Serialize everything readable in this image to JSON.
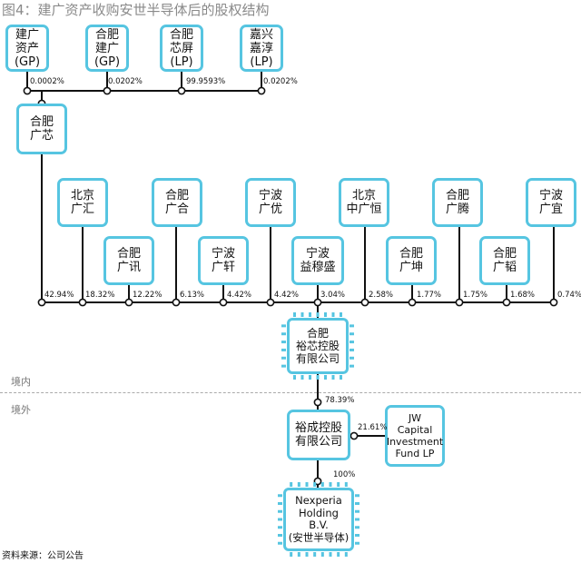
{
  "title": "图4：建广资产收购安世半导体后的股权结构",
  "source": "资料来源：公司公告",
  "regions": {
    "domestic": "境内",
    "overseas": "境外"
  },
  "top_holders": [
    {
      "name": "建广\n资产\n(GP)",
      "pct": "0.0002%"
    },
    {
      "name": "合肥\n建广\n(GP)",
      "pct": "0.0202%"
    },
    {
      "name": "合肥\n芯屏\n(LP)",
      "pct": "99.9593%"
    },
    {
      "name": "嘉兴\n嘉淳\n(LP)",
      "pct": "0.0202%"
    }
  ],
  "hefei_guangxin": "合肥\n广芯",
  "shareholders": [
    {
      "name": "合肥\n广芯",
      "pct": "42.94%"
    },
    {
      "name": "北京\n广汇",
      "pct": "18.32%"
    },
    {
      "name": "合肥\n广讯",
      "pct": "12.22%"
    },
    {
      "name": "合肥\n广合",
      "pct": "6.13%"
    },
    {
      "name": "宁波\n广轩",
      "pct": "4.42%"
    },
    {
      "name": "宁波\n广优",
      "pct": "4.42%"
    },
    {
      "name": "宁波\n益穆盛",
      "pct": "3.04%"
    },
    {
      "name": "北京\n中广恒",
      "pct": "2.58%"
    },
    {
      "name": "合肥\n广坤",
      "pct": "1.77%"
    },
    {
      "name": "合肥\n广腾",
      "pct": "1.75%"
    },
    {
      "name": "合肥\n广韬",
      "pct": "1.68%"
    },
    {
      "name": "宁波\n广宜",
      "pct": "0.74%"
    }
  ],
  "hefei_yuxin": "合肥\n裕芯控股\n有限公司",
  "yucheng": "裕成控股\n有限公司",
  "yucheng_pct": "78.39%",
  "jw": "JW\nCapital\nInvestment\nFund LP",
  "jw_pct": "21.61%",
  "nexperia": "Nexperia\nHolding\nB.V.\n(安世半导体)",
  "nexperia_pct": "100%",
  "colors": {
    "accent": "#56c5e1",
    "line": "#111111",
    "title": "#8a8a8a"
  }
}
